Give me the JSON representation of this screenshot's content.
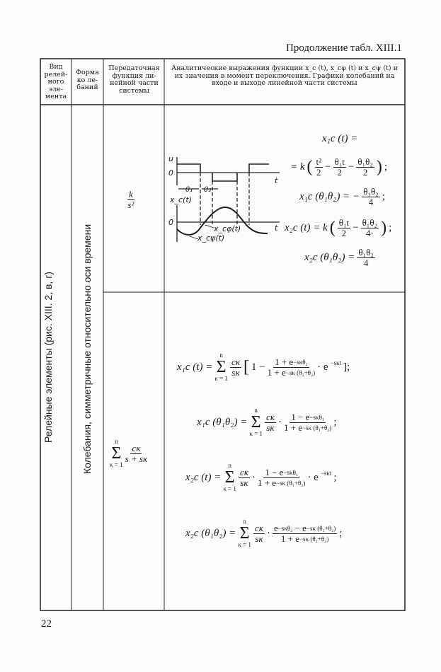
{
  "caption": "Продолжение табл. XIII.1",
  "headers": [
    "Вид релей-ного эле-мента",
    "Форма ко ле-баний",
    "Передаточная функция ли-нейной части системы",
    "Аналитические выражения функции x_c (t), x_cφ (t) и x_cψ (t) и их значения в момент переключения. Графики колебаний на входе и выходе линейной части системы"
  ],
  "col1": "Релейные элементы (рис. XIII. 2, в, г)",
  "col2": "Колебания, симметричные относительно оси времени",
  "row1": {
    "transfer": {
      "num": "k",
      "den": "s²"
    },
    "graph": {
      "u": "u",
      "zero": "0",
      "t": "t",
      "theta1": "θ₁",
      "theta2": "θ₂",
      "xc": "x_c(t)",
      "xcphi": "x_cφ(t)",
      "xcpsi": "x_cψ(t)"
    },
    "f1_lhs": "x₁c (t) =",
    "f1_rhs": {
      "pre": "= k",
      "a_n": "t²",
      "a_d": "2",
      "b_n": "θ₁t",
      "b_d": "2",
      "c_n": "θ₁θ₂",
      "c_d": "2",
      "end": ";"
    },
    "f2": {
      "lhs": "x₁c (θ₁θ₂) = −",
      "n": "θ₁θ₂",
      "d": "4",
      "end": ";"
    },
    "f3": {
      "lhs": "x₂c (t) = k",
      "a_n": "θ₁t",
      "a_d": "2",
      "b_n": "θ₁θ₂",
      "b_d": "4·",
      "end": ";"
    },
    "f4": {
      "lhs": "x₂c (θ₁θ₂) =",
      "n": "θ₁θ₂",
      "d": "4"
    }
  },
  "row2": {
    "transfer": {
      "top": "n",
      "bot": "κ = 1",
      "num": "cκ",
      "den": "s + sκ"
    },
    "sum": {
      "top": "n",
      "bot": "κ = 1",
      "cn": "cκ",
      "cd": "sκ"
    },
    "g1": {
      "lhs": "x₁c (t) =",
      "one": "1 −",
      "n": "1 + e",
      "n_exp": "−sκθ₂",
      "d": "1 + e",
      "d_exp": "−sκ (θ₁+θ₂)",
      "tail": "· e",
      "tail_exp": "−sκt",
      "end": "];"
    },
    "g2": {
      "lhs": "x₁c (θ₁θ₂) =",
      "n": "1 − e",
      "n_exp": "−sκθ₁",
      "d": "1 + e",
      "d_exp": "−sκ (θ₁+θ₂)",
      "end": ";"
    },
    "g3": {
      "lhs": "x₂c (t) =",
      "n": "1 − e",
      "n_exp": "−sκθ₁",
      "d": "1 + e",
      "d_exp": "−sκ (θ₁+θ₂)",
      "tail": "· e",
      "tail_exp": "−sκt",
      "end": ";"
    },
    "g4": {
      "lhs": "x₂c (θ₁θ₂) =",
      "n1": "e",
      "n1_exp": "−sκθ₂",
      "n2": "− e",
      "n2_exp": "−sκ (θ₁+θ₂)",
      "d": "1 + e",
      "d_exp": "−sκ (θ₁+θ₂)",
      "end": ";"
    }
  },
  "page_number": "22"
}
